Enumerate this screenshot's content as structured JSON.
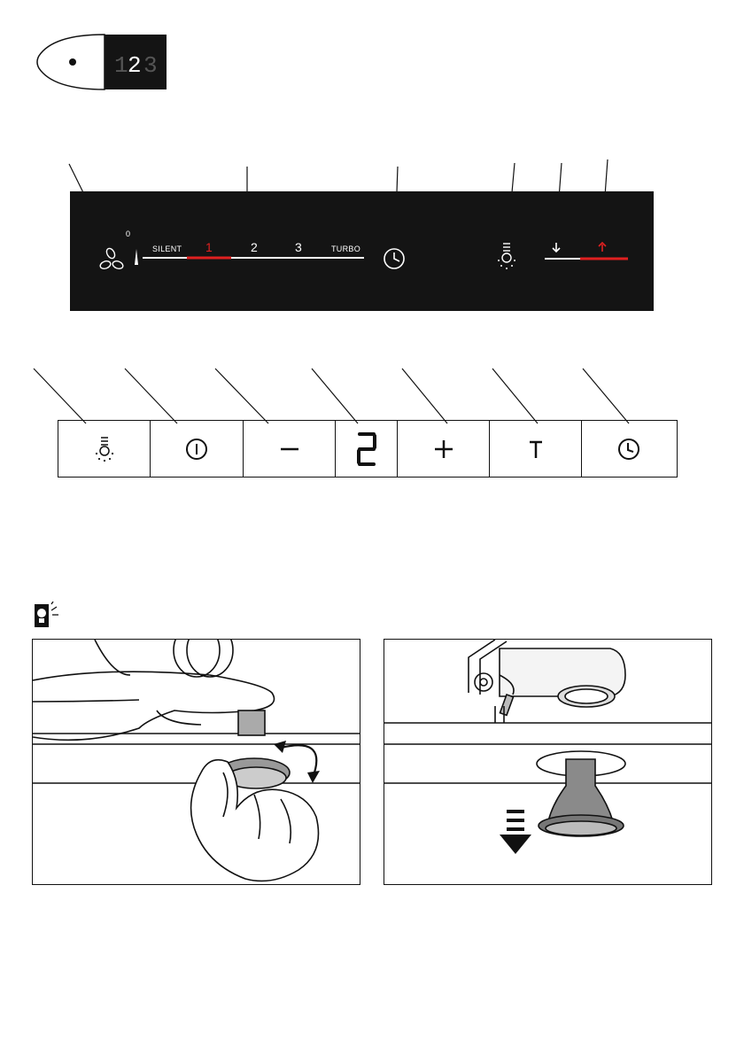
{
  "remote_display": {
    "digits": [
      "1",
      "2",
      "3"
    ]
  },
  "hob_panel": {
    "power_level_mark": "0",
    "speed_labels": {
      "silent": "SILENT",
      "turbo": "TURBO"
    },
    "speed_levels": [
      "1",
      "2",
      "3"
    ],
    "active_level": "1",
    "accent_color": "#e02020"
  },
  "button_strip": {
    "buttons": [
      {
        "icon": "light-icon"
      },
      {
        "icon": "power-icon"
      },
      {
        "icon": "minus-icon"
      },
      {
        "icon": "speed-display",
        "value": "2"
      },
      {
        "icon": "plus-icon"
      },
      {
        "icon": "turbo-icon"
      },
      {
        "icon": "timer-icon"
      }
    ]
  },
  "tip": {
    "icon": "tip-lightbulb-icon"
  },
  "illustrations": {
    "left": {
      "icon": "hand-rotate-lamp"
    },
    "right": {
      "icon": "lamp-pull-down"
    }
  }
}
